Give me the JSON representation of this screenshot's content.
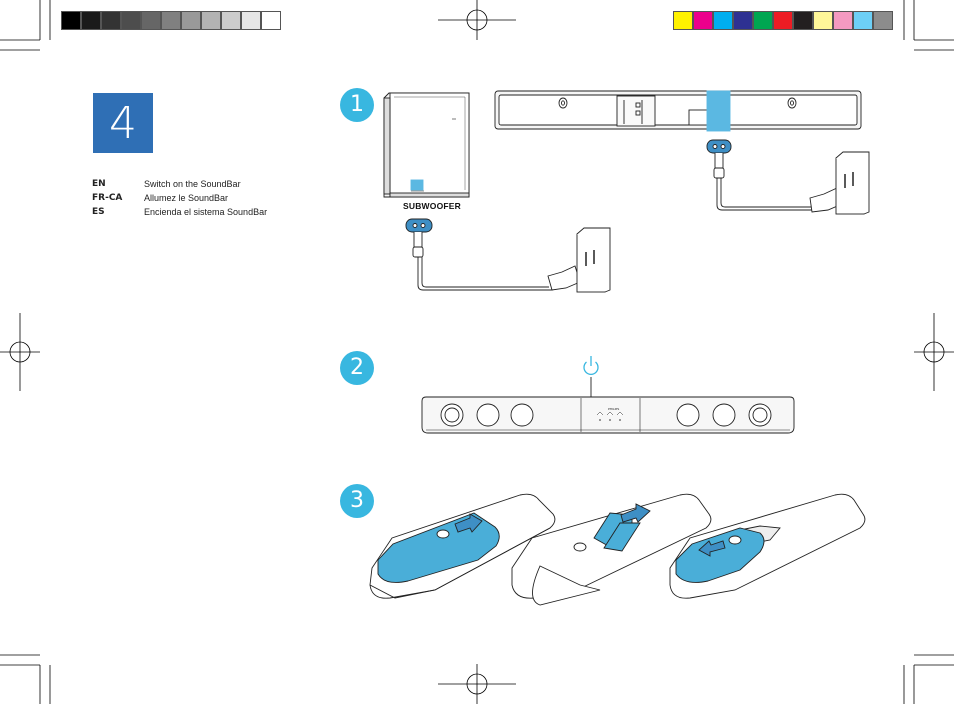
{
  "step": {
    "number": "4"
  },
  "instructions": [
    {
      "code": "EN",
      "text": "Switch on the SoundBar"
    },
    {
      "code": "FR-CA",
      "text": "Allumez le SoundBar"
    },
    {
      "code": "ES",
      "text": "Encienda el sistema SoundBar"
    }
  ],
  "sub_steps": [
    "1",
    "2",
    "3"
  ],
  "subwoofer_label": "SUBWOOFER",
  "colors": {
    "accent_blue": "#2f6fb5",
    "step_circle": "#38b7e0",
    "remote_blue": "#4aaed8"
  },
  "gray_bar": [
    "#000000",
    "#1a1a1a",
    "#333333",
    "#4d4d4d",
    "#666666",
    "#808080",
    "#999999",
    "#b3b3b3",
    "#cccccc",
    "#e6e6e6",
    "#ffffff"
  ],
  "color_bar": [
    "#fff200",
    "#ec008c",
    "#00aeef",
    "#2e3192",
    "#00a651",
    "#ed1c24",
    "#231f20",
    "#fff799",
    "#f49ac1",
    "#6dcff6",
    "#8c8c8c"
  ],
  "icons": [
    "power-icon",
    "crop-mark-icon",
    "registration-mark-icon",
    "plug-icon",
    "wall-outlet-icon",
    "arrow-icon"
  ]
}
